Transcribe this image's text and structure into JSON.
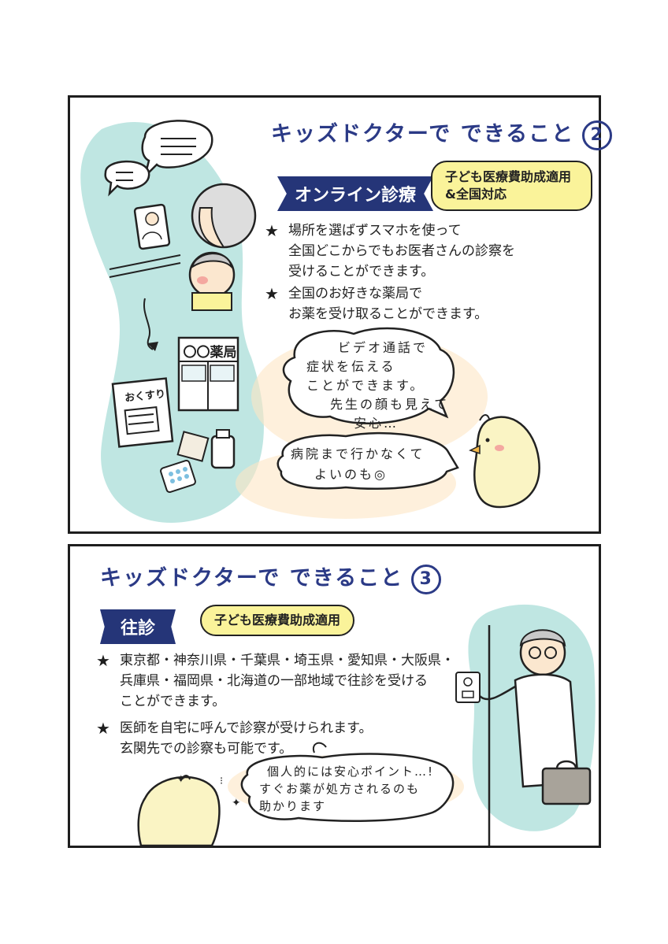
{
  "panel1": {
    "heading": "キッズドクターで できること",
    "heading_number": "2",
    "banner": "オンライン診療",
    "tag_line1": "子ども医療費助成適用",
    "tag_line2": "&全国対応",
    "bullets": [
      {
        "line1": "場所を選ばずスマホを使って",
        "line2": "全国どこからでもお医者さんの診察を",
        "line3": "受けることができます。"
      },
      {
        "line1": "全国のお好きな薬局で",
        "line2": "お薬を受け取ることができます。"
      }
    ],
    "bubble1": [
      "ビデオ通話で",
      "症状を伝える",
      "ことができます。",
      "先生の顔も見えて",
      "安心…"
    ],
    "bubble2": [
      "病院まで行かなくて",
      "よいのも◎"
    ],
    "pharmacy_sign": "〇〇薬局",
    "medicine_bag": "おくすり"
  },
  "panel2": {
    "heading": "キッズドクターで できること",
    "heading_number": "3",
    "banner": "往診",
    "tag": "子ども医療費助成適用",
    "bullets": [
      {
        "line1": "東京都・神奈川県・千葉県・埼玉県・愛知県・大阪県・",
        "line2": "兵庫県・福岡県・北海道の一部地域で往診を受ける",
        "line3": "ことができます。"
      },
      {
        "line1": "医師を自宅に呼んで診察が受けられます。",
        "line2": "玄関先での診察も可能です。"
      }
    ],
    "bubble": [
      "個人的には安心ポイント…!",
      "すぐお薬が処方されるのも",
      "助かります"
    ]
  },
  "colors": {
    "accent_navy": "#253578",
    "heading_blue": "#2b3a86",
    "teal": "#bfe6e2",
    "yellow": "#faf39a",
    "peach": "#fde6c4"
  }
}
